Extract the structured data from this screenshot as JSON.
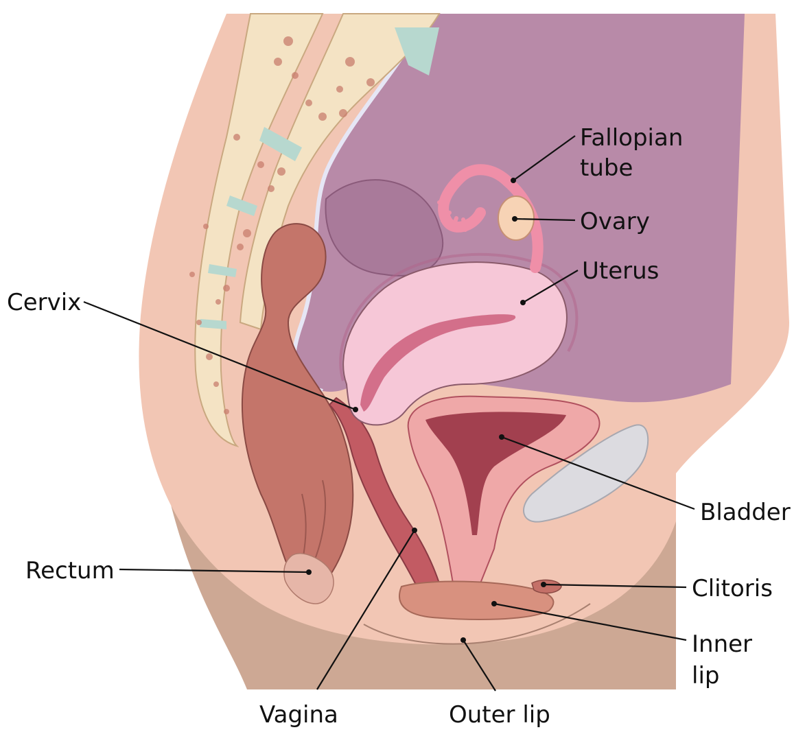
{
  "labels": {
    "fallopian_line1": "Fallopian",
    "fallopian_line2": "tube",
    "ovary": "Ovary",
    "uterus": "Uterus",
    "cervix": "Cervix",
    "bladder": "Bladder",
    "rectum": "Rectum",
    "clitoris": "Clitoris",
    "inner_lip_line1": "Inner",
    "inner_lip_line2": "lip",
    "vagina": "Vagina",
    "outer_lip": "Outer lip"
  },
  "colors": {
    "skin": "#f2c6b4",
    "skin_dark": "#cda894",
    "abdominal_cavity": "#b88aa8",
    "bone": "#f4e3c4",
    "bone_spots": "#c97e6e",
    "disc": "#b7d8cf",
    "uterus": "#f6c7d7",
    "uterus_inner": "#d36f8a",
    "bladder": "#efa8a8",
    "bladder_inner": "#a2404f",
    "rectum": "#c4756a",
    "pubic_bone": "#dcdbe0"
  }
}
